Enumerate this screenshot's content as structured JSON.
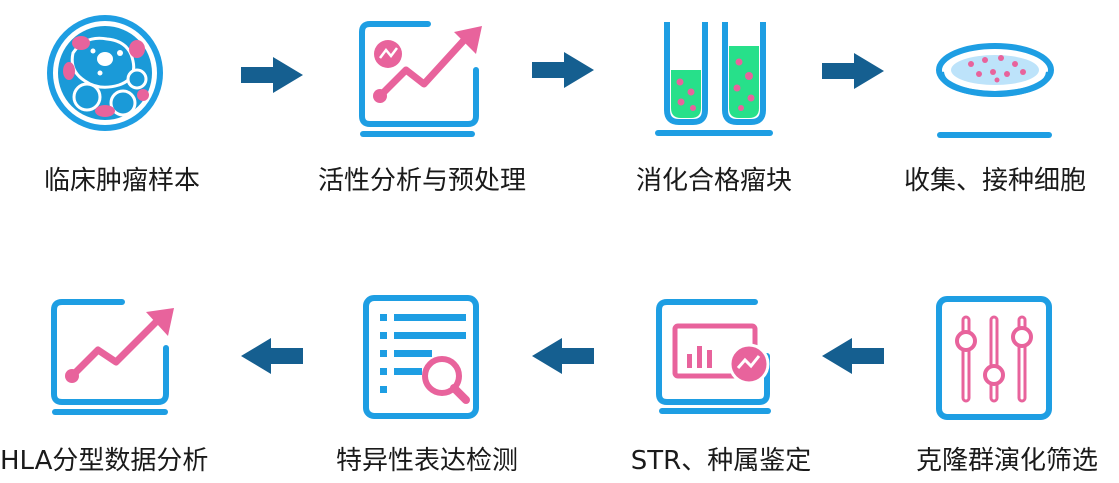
{
  "colors": {
    "blue": "#1e9ee3",
    "navy": "#155f90",
    "pink": "#e8639c",
    "green": "#27e08a",
    "cell_fill": "#1a9ad8"
  },
  "steps": [
    {
      "label": "临床肿瘤样本",
      "icon": "tumor-cell-icon"
    },
    {
      "label": "活性分析与预处理",
      "icon": "trend-monitor-icon"
    },
    {
      "label": "消化合格瘤块",
      "icon": "test-tubes-icon"
    },
    {
      "label": "收集、接种细胞",
      "icon": "petri-dish-icon"
    },
    {
      "label": "克隆群演化筛选",
      "icon": "sliders-icon"
    },
    {
      "label": "STR、种属鉴定",
      "icon": "analytics-monitor-icon"
    },
    {
      "label": "特异性表达检测",
      "icon": "report-search-icon"
    },
    {
      "label": "HLA分型数据分析",
      "icon": "growth-chart-icon"
    }
  ]
}
